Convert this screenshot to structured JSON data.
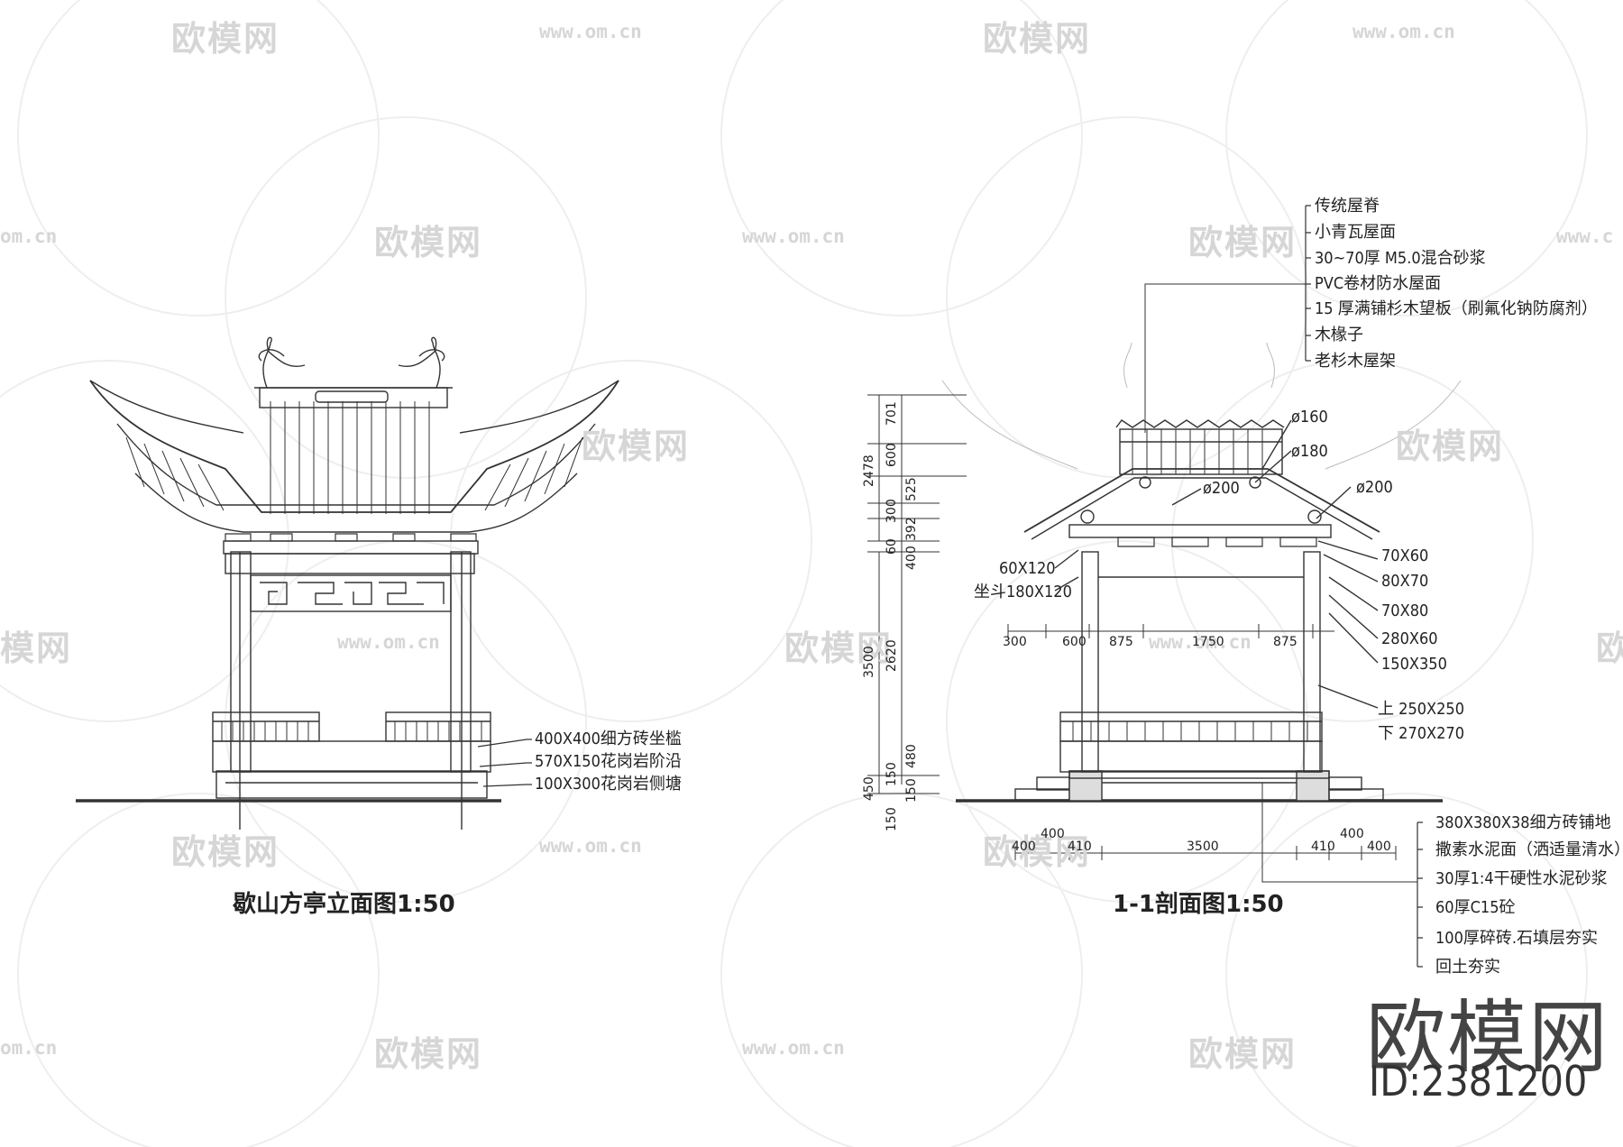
{
  "watermark": {
    "logo_text": "欧模网",
    "url": "www.om.cn",
    "url_partial": "om.cn",
    "logo_partial": "模网",
    "url_cut": "www.c"
  },
  "elevation": {
    "title": "歇山方亭立面图1:50",
    "labels": [
      "400X400细方砖坐槛",
      "570X150花岗岩阶沿",
      "100X300花岗岩侧塘"
    ]
  },
  "section": {
    "title": "1-1剖面图1:50",
    "roof_labels": [
      "传统屋脊",
      "小青瓦屋面",
      "30~70厚 M5.0混合砂浆",
      "PVC卷材防水屋面",
      "15 厚满铺杉木望板（刷氟化钠防腐剂）",
      "木椽子",
      "老杉木屋架"
    ],
    "diameters": [
      "ø160",
      "ø180",
      "ø200",
      "ø200"
    ],
    "member_labels": [
      "70X60",
      "80X70",
      "70X80",
      "280X60",
      "150X350"
    ],
    "column_labels": [
      "上 250X250",
      "下 270X270"
    ],
    "left_labels": [
      "60X120",
      "坐斗180X120"
    ],
    "floor_labels": [
      "380X380X38细方砖铺地",
      "撒素水泥面（洒适量清水）",
      "30厚1:4干硬性水泥砂浆",
      "60厚C15砼",
      "100厚碎砖.石填层夯实",
      "回土夯实"
    ],
    "vertical_dims": {
      "total": "2478",
      "upper": [
        "701",
        "600",
        "525",
        "300",
        "392",
        "60",
        "400"
      ],
      "column": "3500",
      "mid": "2620",
      "rail": "480",
      "base_a": "450",
      "base_b": "150",
      "base_c": "150",
      "base_d": "150"
    },
    "horizontal_dims": {
      "top": [
        "300",
        "600",
        "875",
        "1750",
        "875"
      ],
      "bottom_left": [
        "400",
        "400",
        "410"
      ],
      "bottom_mid": "3500",
      "bottom_right": [
        "410",
        "400",
        "400"
      ]
    }
  },
  "brand": {
    "name": "欧模网",
    "id": "ID:2381200"
  }
}
